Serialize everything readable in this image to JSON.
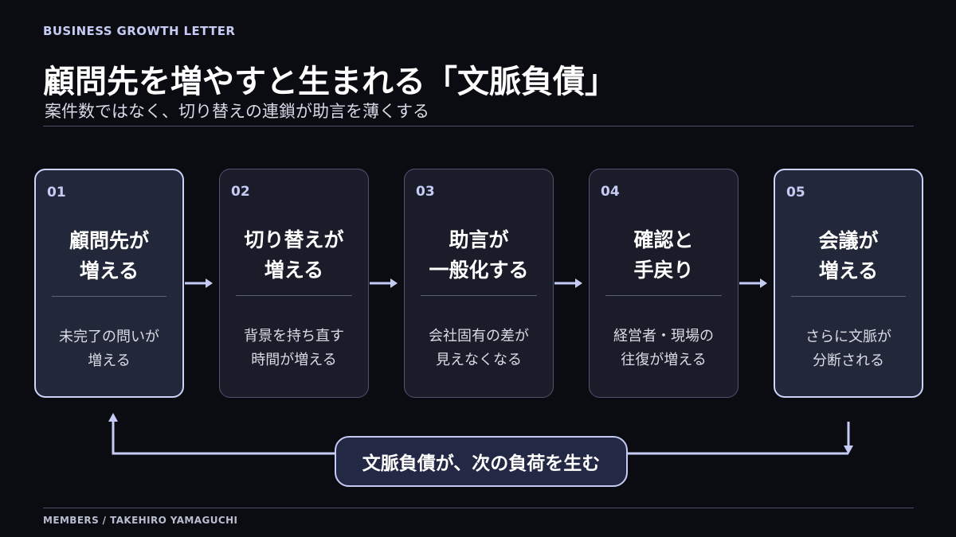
{
  "header": {
    "kicker": "BUSINESS GROWTH LETTER",
    "title": "顧問先を増やすと生まれる「文脈負債」",
    "subtitle": "案件数ではなく、切り替えの連鎖が助言を薄くする"
  },
  "steps": [
    {
      "number": "01",
      "heading_line1": "顧問先が",
      "heading_line2": "増える",
      "desc_line1": "未完了の問いが",
      "desc_line2": "増える"
    },
    {
      "number": "02",
      "heading_line1": "切り替えが",
      "heading_line2": "増える",
      "desc_line1": "背景を持ち直す",
      "desc_line2": "時間が増える"
    },
    {
      "number": "03",
      "heading_line1": "助言が",
      "heading_line2": "一般化する",
      "desc_line1": "会社固有の差が",
      "desc_line2": "見えなくなる"
    },
    {
      "number": "04",
      "heading_line1": "確認と",
      "heading_line2": "手戻り",
      "desc_line1": "経営者・現場の",
      "desc_line2": "往復が増える"
    },
    {
      "number": "05",
      "heading_line1": "会議が",
      "heading_line2": "増える",
      "desc_line1": "さらに文脈が",
      "desc_line2": "分断される"
    }
  ],
  "loop": {
    "label": "文脈負債が、次の負荷を生む"
  },
  "footer": {
    "credit": "MEMBERS / TAKEHIRO YAMAGUCHI"
  },
  "colors": {
    "background": "#0b0c11",
    "accent": "#c5cbf3",
    "card": "#1a1d29",
    "card_accent": "#222839"
  }
}
